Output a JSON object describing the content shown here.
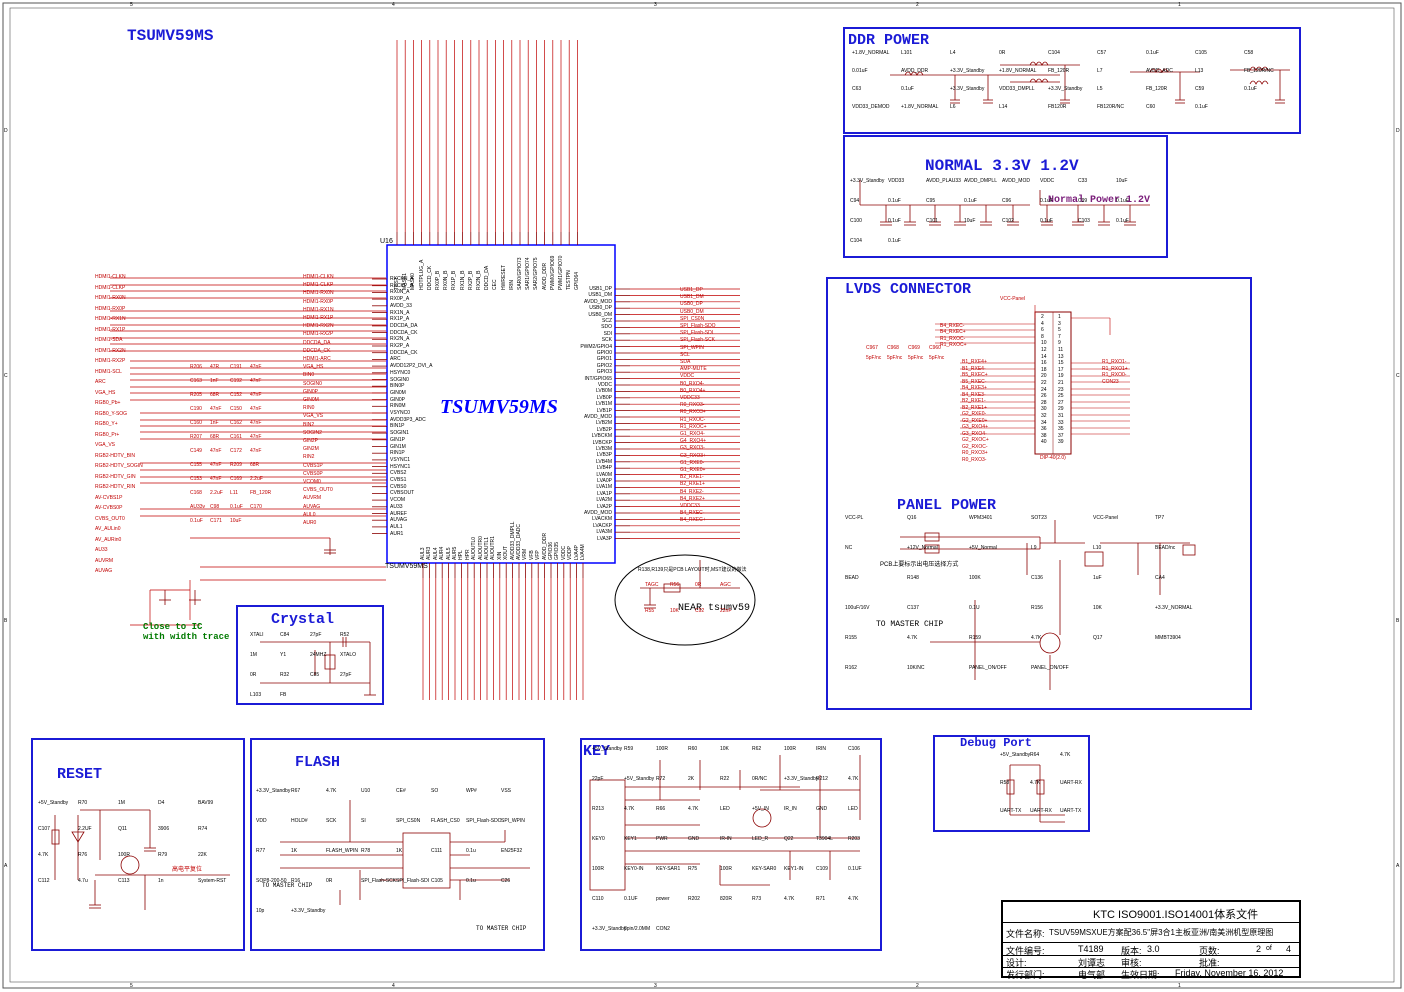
{
  "sections": {
    "main_title": "TSUMV59MS",
    "ddr_power": "DDR POWER",
    "normal_power": "NORMAL 3.3V 1.2V",
    "normal_power_note": "Normal Power 1.2V",
    "lvds": "LVDS CONNECTOR",
    "panel_power": "PANEL POWER",
    "crystal": "Crystal",
    "reset": "RESET",
    "flash": "FLASH",
    "key": "KEY",
    "debug": "Debug Port"
  },
  "chip": {
    "name": "TSUMV59MS",
    "ref": "U16",
    "part_label": "TSUMV59MS"
  },
  "notes": {
    "crystal_note_1": "Close to IC",
    "crystal_note_2": "with width trace",
    "near_tsum": "NEAR tsumv59",
    "to_master_chip_1": "TO MASTER CHIP",
    "to_master_chip_2": "TO MASTER CHIP",
    "to_master_chip_3": "TO MASTER CHIP",
    "reset_note": "高电平复位",
    "pcb_note": "PCB上要标示出电压选择方式",
    "resistor_note": "R138,R139只是PCB LAYOUT时,MST建议的做法"
  },
  "ddr_labels": [
    "+1.8V_NORMAL",
    "L101",
    "L4",
    "0R",
    "C104",
    "C57",
    "0.1uF",
    "C105",
    "C58",
    "0.01uF",
    "AVDD_DDR",
    "+3.3V_Standby",
    "+1.8V_NORMAL",
    "FB_120R",
    "L7",
    "AVDD_ADC",
    "L13",
    "FB_120R/NC",
    "C63",
    "0.1uF",
    "+3.3V_Standby",
    "VDD33_DMPLL",
    "+3.3V_Standby",
    "L5",
    "FB_120R",
    "C59",
    "0.1uF",
    "VDD33_DEMOD",
    "+1.8V_NORMAL",
    "L6",
    "L14",
    "FB120R",
    "FB120R/NC",
    "C60",
    "0.1uF"
  ],
  "normal_labels": [
    "+3.3V_Standby",
    "VDD33",
    "AVDD_PLAU33",
    "AVDD_DMPLL",
    "AVDD_MOD",
    "VDDC",
    "C33",
    "10uF",
    "C94",
    "0.1uF",
    "C95",
    "0.1uF",
    "C96",
    "0.1uF",
    "C99",
    "0.1uF",
    "C100",
    "0.1uF",
    "C101",
    "10uF",
    "C102",
    "0.1uF",
    "C103",
    "0.1uF",
    "C104",
    "0.1uF"
  ],
  "lvds_labels": [
    "VCC-Panel",
    "B4_RXEC-",
    "B4_RXEC+",
    "R1_RXOC-",
    "R1_RXOC+",
    "C967",
    "C968",
    "C969",
    "C960",
    "5pF/nc",
    "5pF/nc",
    "5pF/nc",
    "5pF/nc",
    "B1_RXE4+",
    "B1_RXE4-",
    "B5_RXEC+",
    "B5_RXEC-",
    "B4_RXE3+",
    "B4_RXE3-",
    "B2_RXE1-",
    "B2_RXE1+",
    "G2_RXE0-",
    "G2_RXE0+",
    "G3_RXO4+",
    "G3_RXO4-",
    "G2_RXOC+",
    "G2_RXOC-",
    "R0_RXO3+",
    "R0_RXO3-",
    "R1_RXO1-",
    "R1_RXO1+",
    "R1_RXO0-",
    "CON23",
    "DIP-40(2.0)"
  ],
  "lvds_pins_left": [
    "2",
    "4",
    "6",
    "8",
    "10",
    "12",
    "14",
    "16",
    "18",
    "20",
    "22",
    "24",
    "26",
    "28",
    "30",
    "32",
    "34",
    "36",
    "38",
    "40"
  ],
  "lvds_pins_right": [
    "1",
    "3",
    "5",
    "7",
    "9",
    "11",
    "13",
    "15",
    "17",
    "19",
    "21",
    "23",
    "25",
    "27",
    "29",
    "31",
    "33",
    "35",
    "37",
    "39"
  ],
  "panel_labels": [
    "VCC-PL",
    "Q16",
    "WPM3401",
    "SOT23",
    "VCC-Panel",
    "TP7",
    "NC",
    "+12V_Normal",
    "+5V_Normal",
    "L9",
    "L10",
    "BEAD/nc",
    "BEAD",
    "R148",
    "100K",
    "C136",
    "1uF",
    "CA4",
    "100uF/16V",
    "C137",
    "0.1U",
    "R156",
    "10K",
    "+3.3V_NORMAL",
    "R155",
    "4.7K",
    "R159",
    "4.7K",
    "Q17",
    "MMBT3904",
    "R162",
    "10K/NC",
    "PANEL_ON/OFF",
    "PANEL_ON/OFF"
  ],
  "crystal_labels": [
    "XTALI",
    "C84",
    "27pF",
    "R52",
    "1M",
    "Y1",
    "24MHZ",
    "XTALO",
    "0R",
    "R32",
    "C85",
    "27pF",
    "L103",
    "FB"
  ],
  "reset_labels": [
    "+5V_Standby",
    "R70",
    "1M",
    "D4",
    "BAV99",
    "C107",
    "2.2UF",
    "Q11",
    "3906",
    "R74",
    "4.7K",
    "R76",
    "100R",
    "R79",
    "22K",
    "C112",
    "4.7u",
    "C113",
    "1n",
    "System-RST"
  ],
  "flash_labels": [
    "+3.3V_Standby",
    "R67",
    "4.7K",
    "U10",
    "CE#",
    "SO",
    "WP#",
    "VSS",
    "VDD",
    "HOLD#",
    "SCK",
    "SI",
    "SPI_CS0N",
    "FLASH_CS0",
    "SPI_Flash-SDO",
    "SPI_WPIN",
    "R77",
    "1K",
    "FLASH_WPIN",
    "R78",
    "1K",
    "C111",
    "0.1u",
    "EN25F32",
    "SOP8-200-50",
    "R16",
    "0R",
    "SPI_Flash-SCK",
    "SPI_Flash-SDI",
    "C105",
    "0.1u",
    "C26",
    "10p",
    "+3.3V_Standby"
  ],
  "key_labels": [
    "+5V_Standby",
    "R59",
    "100R",
    "R60",
    "10K",
    "R62",
    "100R",
    "IRIN",
    "C106",
    "22pF",
    "+5V_Standby",
    "R72",
    "2K",
    "R22",
    "0R/NC",
    "+3.3V_Standby",
    "R212",
    "4.7K",
    "R213",
    "4.7K",
    "R66",
    "4.7K",
    "LED",
    "+5V_IN",
    "IR_IN",
    "GND",
    "LED",
    "KEY0",
    "KEY1",
    "PWR",
    "GND",
    "IR-IN",
    "LED_R",
    "Q22",
    "T3904L",
    "R203",
    "100R",
    "KEY0-IN",
    "KEY-SAR1",
    "R75",
    "100R",
    "KEY-SAR0",
    "KEY1-IN",
    "C109",
    "0.1UF",
    "C110",
    "0.1UF",
    "power",
    "R202",
    "820R",
    "R73",
    "4.7K",
    "R71",
    "4.7K",
    "+3.3V_Standby",
    "8pin/2.0MM",
    "CON2"
  ],
  "debug_labels": [
    "+5V_Standby",
    "R64",
    "4.7K",
    "R58",
    "4.7K",
    "UART-RX",
    "UART-TX",
    "UART-RX",
    "UART-TX"
  ],
  "chip_left_pins": [
    "RXCKN_A",
    "RXCKP_A",
    "RX0N_A",
    "RX0P_A",
    "AVDD_33",
    "RX1N_A",
    "RX1P_A",
    "DDCDA_DA",
    "DDCDA_CK",
    "RX2N_A",
    "RX2P_A",
    "DDCDA_CK",
    "ARC",
    "AVDD12P2_DVI_A",
    "HSYNC0",
    "SOGIN0",
    "BIN0P",
    "GIN0M",
    "GIN0P",
    "RIN0M",
    "VSYNC0",
    "AVDD3P3_ADC",
    "BIN1P",
    "SOGIN1",
    "GIN1P",
    "GIN1M",
    "RIN1P",
    "VSYNC1",
    "HSYNC1",
    "CVBS2",
    "CVBS1",
    "CVBS0",
    "CVBSOUT",
    "VCOM",
    "AU33",
    "AUREF",
    "AUVAG",
    "AUL1",
    "AUR1"
  ],
  "chip_right_pins": [
    "USB1_DP",
    "USB1_DM",
    "AVDD_MOD",
    "USB0_DP",
    "USB0_DM",
    "SCZ",
    "SDO",
    "SDI",
    "SCK",
    "PWM2/GPIO4",
    "GPIO0",
    "GPIO1",
    "GPIO2",
    "GPIO3",
    "INT/GPIO65",
    "VDDC",
    "LVB0M",
    "LVB0P",
    "LVB1M",
    "LVB1P",
    "AVDD_MOD",
    "LVB2M",
    "LVB2P",
    "LVBCKM",
    "LVBCKP",
    "LVB3M",
    "LVB3P",
    "LVB4M",
    "LVB4P",
    "LVA0M",
    "LVA0P",
    "LVA1M",
    "LVA1P",
    "LVA2M",
    "LVA2P",
    "AVDD_MOD",
    "LVACKM",
    "LVACKP",
    "LVA3M",
    "LVA3P"
  ],
  "chip_top_pins": [
    "TEST",
    "MASK1",
    "MASK0",
    "HOTPLUG_A",
    "DDCD_CK",
    "RX0P_B",
    "RX0N_B",
    "RX1P_B",
    "RX1N_B",
    "RX2P_B",
    "RX2N_B",
    "DDCD_DA",
    "CEC",
    "HWRESET",
    "IRIN",
    "SAR0/GPIO73",
    "SAR1/GPIO74",
    "SAR2/GPIO75",
    "AVDD_DDR",
    "PWM0/GPIO69",
    "PWM1/GPIO70",
    "TESTPN",
    "GPIO64"
  ],
  "chip_bottom_pins": [
    "AUL3",
    "AUR3",
    "AUL4",
    "AUR4",
    "AUL5",
    "AUR5",
    "HPL",
    "HPR",
    "AUOUTL0",
    "AUOUTR0",
    "AUOUTL1",
    "AUOUTR1",
    "XIN",
    "XOUT",
    "AVDD33_DMPLL",
    "AVDD33_DADC",
    "VRM",
    "VFB",
    "VFP",
    "AVDD_DDR",
    "GPIO36",
    "GPIO35",
    "VDDC",
    "VDDP",
    "LVA4P",
    "LVA4M"
  ],
  "left_signals": [
    "HDMI1-CLKN",
    "HDMI1-CLKP",
    "HDMI1-RX0N",
    "HDMI1-RX0P",
    "HDMI1-RX1N",
    "HDMI1-RX1P",
    "HDMI1-SDA",
    "HDMI1-RX2N",
    "HDMI1-RX2P",
    "HDMI1-SCL",
    "ARC",
    "VGA_HS",
    "RGB0_Pb+",
    "RGB0_Y-SOG",
    "RGB0_Y+",
    "RGB0_Pr+",
    "VGA_VS",
    "RGB2-HDTV_BIN",
    "RGB2-HDTV_SOGIN",
    "RGB2-HDTV_GIN",
    "RGB2-HDTV_RIN",
    "AV-CVBS1P",
    "AV-CVBS0P",
    "CVBS_OUT0",
    "AV_AULin0",
    "AV_AURin0",
    "AU33",
    "AUVRM",
    "AUVAG"
  ],
  "left_net_names": [
    "HDMI1-CLKN",
    "HDMI1-CLKP",
    "HDMI1-RX0N",
    "HDMI1-RX0P",
    "HDMI1-RX1N",
    "HDMI1-RX1P",
    "HDMI1-RX2N",
    "HDMI1-RX2P",
    "DDCDA_DA",
    "DDCDA_CK",
    "HDMI1-ARC",
    "VGA_HS",
    "BIN0",
    "SOGIN0",
    "GIN0P",
    "GIN0M",
    "RIN0",
    "VGA_VS",
    "BIN2",
    "SOGIN2",
    "GIN2P",
    "GIN2M",
    "RIN2",
    "CVBS1P",
    "CVBS0P",
    "VCOM0",
    "CVBS_OUT0",
    "AUVRM",
    "AUVAG",
    "AUL0",
    "AUR0"
  ],
  "left_parts": [
    "R206",
    "47R",
    "C191",
    "47nF",
    "C163",
    "1nF",
    "C192",
    "47nF",
    "R205",
    "68R",
    "C152",
    "47nF",
    "C190",
    "47nF",
    "C150",
    "47nF",
    "C160",
    "1nF",
    "C162",
    "47nF",
    "R207",
    "68R",
    "C161",
    "47nF",
    "C149",
    "47nF",
    "C172",
    "47nF",
    "C155",
    "47nF",
    "R209",
    "68R",
    "C153",
    "47nF",
    "C169",
    "2.2uF",
    "C168",
    "2.2uF",
    "L11",
    "FB_120R",
    "AU33v",
    "C98",
    "0.1uF",
    "C170",
    "0.1uF",
    "C171",
    "10uF"
  ],
  "right_signals": [
    "USB1_DP",
    "USB1_DM",
    "USB0_DP",
    "USB0_DM",
    "SPI_CS0N",
    "SPI_Flash-SDO",
    "SPI_Flash-SDI",
    "SPI_Flash-SCK",
    "SPI_WPIN",
    "SCL",
    "SDA",
    "AMP-MUTE",
    "VDDC",
    "B0_RXO4-",
    "B0_RXO4+",
    "VDDC33",
    "R0_RXO3-",
    "R0_RXO3+",
    "R1_RXOC-",
    "R1_RXOC+",
    "G1_RXO4-",
    "G4_RXO4+",
    "G3_RXO3-",
    "G3_RXO3+",
    "G1_RXE0-",
    "G1_RXE0+",
    "B2_RXE1-",
    "B2_RXE1+",
    "B4_RXE2-",
    "B4_RXE2+",
    "VDDC33",
    "B4_RXEC-",
    "B4_RXEC+"
  ],
  "agc": [
    "TAGC",
    "R56",
    "0R",
    "AGC",
    "R55",
    "10K",
    "C92",
    "22nF"
  ],
  "title_block": {
    "company": "KTC ISO9001.ISO14001体系文件",
    "file_name_label": "文件名称:",
    "file_name": "TSUV59MSXUE方案配36.5\"屏3合1主板亚洲/南美洲机型原理图",
    "file_no_label": "文件编号:",
    "file_no": "T4189",
    "version_label": "版本:",
    "version": "3.0",
    "page_label": "页数:",
    "page": "2",
    "of_label": "of",
    "pages_total": "4",
    "design_label": "设计:",
    "designer": "刘谭志",
    "review_label": "审核:",
    "approve_label": "批准:",
    "dept_label": "发行部门:",
    "dept": "电气部",
    "date_label": "生效日期:",
    "date": "Friday, November 16, 2012"
  },
  "border_markers": {
    "top": [
      "5",
      "4",
      "3",
      "2",
      "1"
    ],
    "side": [
      "D",
      "C",
      "B",
      "A"
    ]
  },
  "colors": {
    "box_blue": "#1b1bd6",
    "net_red": "#c00000",
    "wire_dark_red": "#8b0000",
    "note_green": "#007a00",
    "chip_outline": "#0000ff"
  }
}
